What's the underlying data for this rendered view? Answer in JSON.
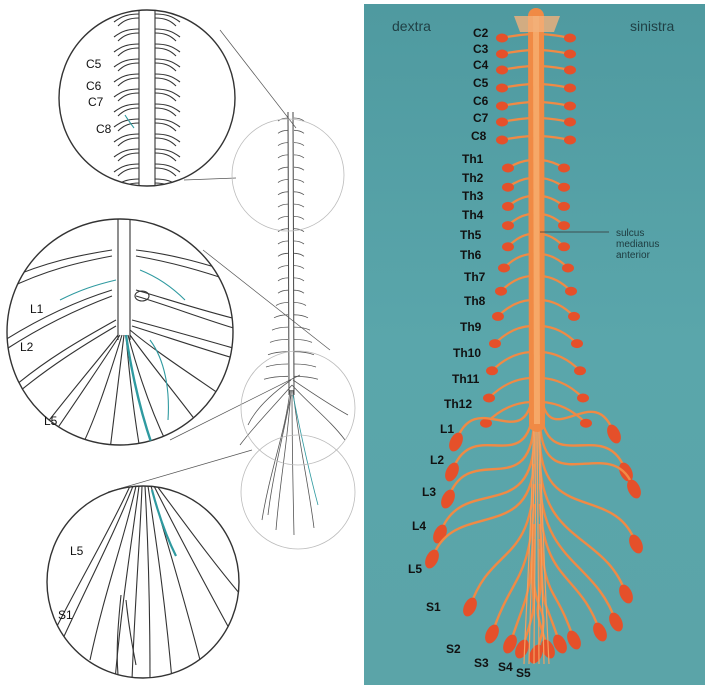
{
  "photo": {
    "left_side_label": "dextra",
    "right_side_label": "sinistra",
    "segments": [
      "C2",
      "C3",
      "C4",
      "C5",
      "C6",
      "C7",
      "C8",
      "Th1",
      "Th2",
      "Th3",
      "Th4",
      "Th5",
      "Th6",
      "Th7",
      "Th8",
      "Th9",
      "Th10",
      "Th11",
      "Th12",
      "L1",
      "L2",
      "L3",
      "L4",
      "L5",
      "S1",
      "S2",
      "S3",
      "S4",
      "S5"
    ],
    "annotation": [
      "sulcus",
      "medianus",
      "anterior"
    ]
  },
  "zoom_cervical": {
    "labels": [
      "C5",
      "C6",
      "C7",
      "C8"
    ]
  },
  "zoom_lumbar": {
    "labels": [
      "L1",
      "L2",
      "L5"
    ]
  },
  "zoom_sacral": {
    "labels": [
      "L5",
      "S1"
    ]
  },
  "colors": {
    "panel_bg": "#5aa6ab",
    "cord": "#f08a45",
    "root_tip": "#e5502a",
    "line_art": "#3a3a3a",
    "highlight": "#2f9aa0"
  }
}
